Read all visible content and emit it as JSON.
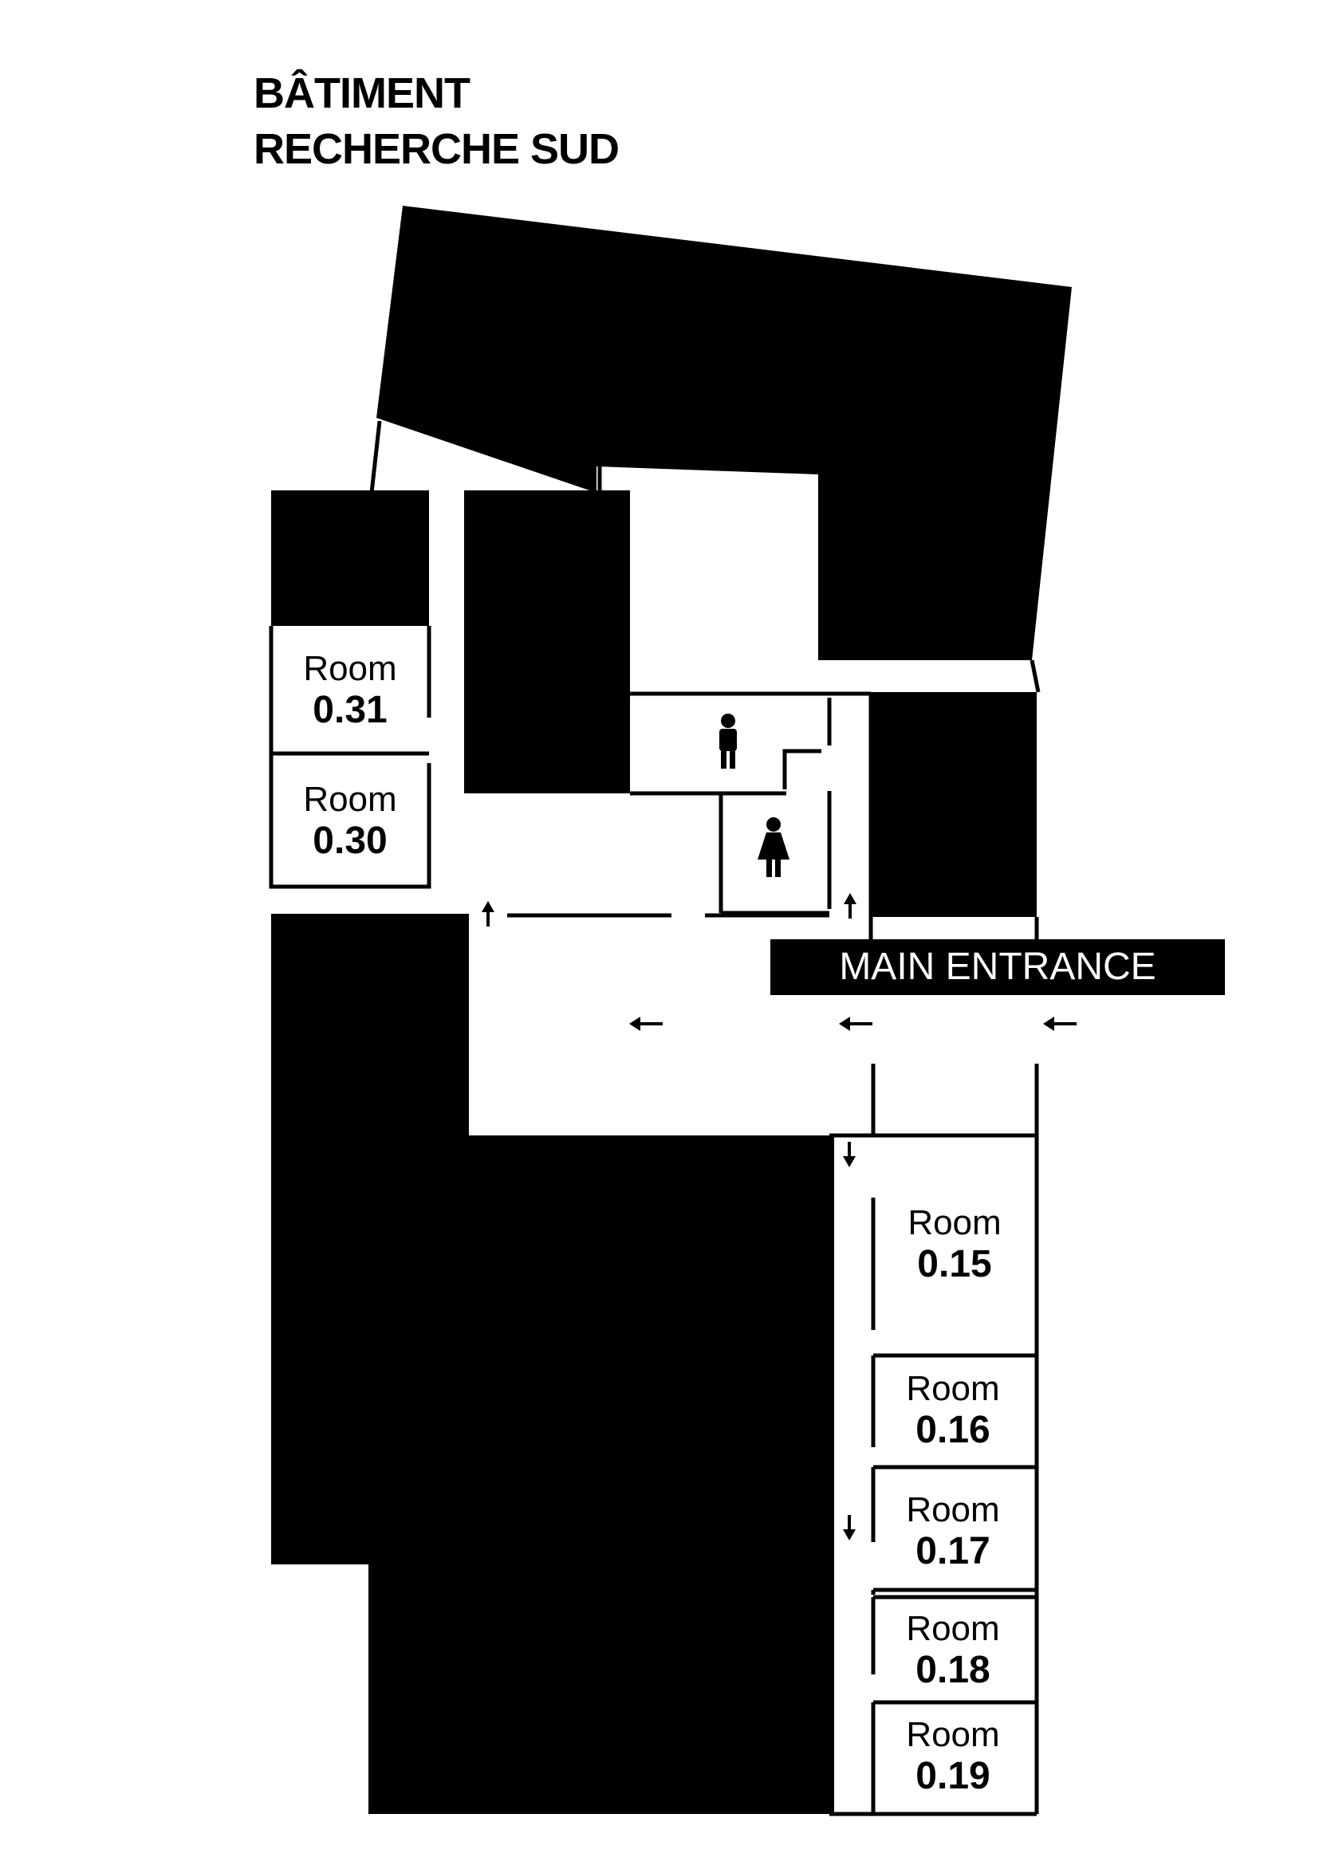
{
  "building": {
    "title_line1": "BÂTIMENT",
    "title_line2": "RECHERCHE SUD"
  },
  "entrance": {
    "label": "MAIN ENTRANCE"
  },
  "rooms": [
    {
      "word": "Room",
      "number": "0.31"
    },
    {
      "word": "Room",
      "number": "0.30"
    },
    {
      "word": "Room",
      "number": "0.15"
    },
    {
      "word": "Room",
      "number": "0.16"
    },
    {
      "word": "Room",
      "number": "0.17"
    },
    {
      "word": "Room",
      "number": "0.18"
    },
    {
      "word": "Room",
      "number": "0.19"
    }
  ],
  "icons": {
    "male_restroom": "male-restroom-icon",
    "female_restroom": "female-restroom-icon",
    "arrow": "arrow-icon"
  },
  "colors": {
    "walls": "#000000",
    "background": "#ffffff",
    "entrance_text": "#ffffff"
  }
}
